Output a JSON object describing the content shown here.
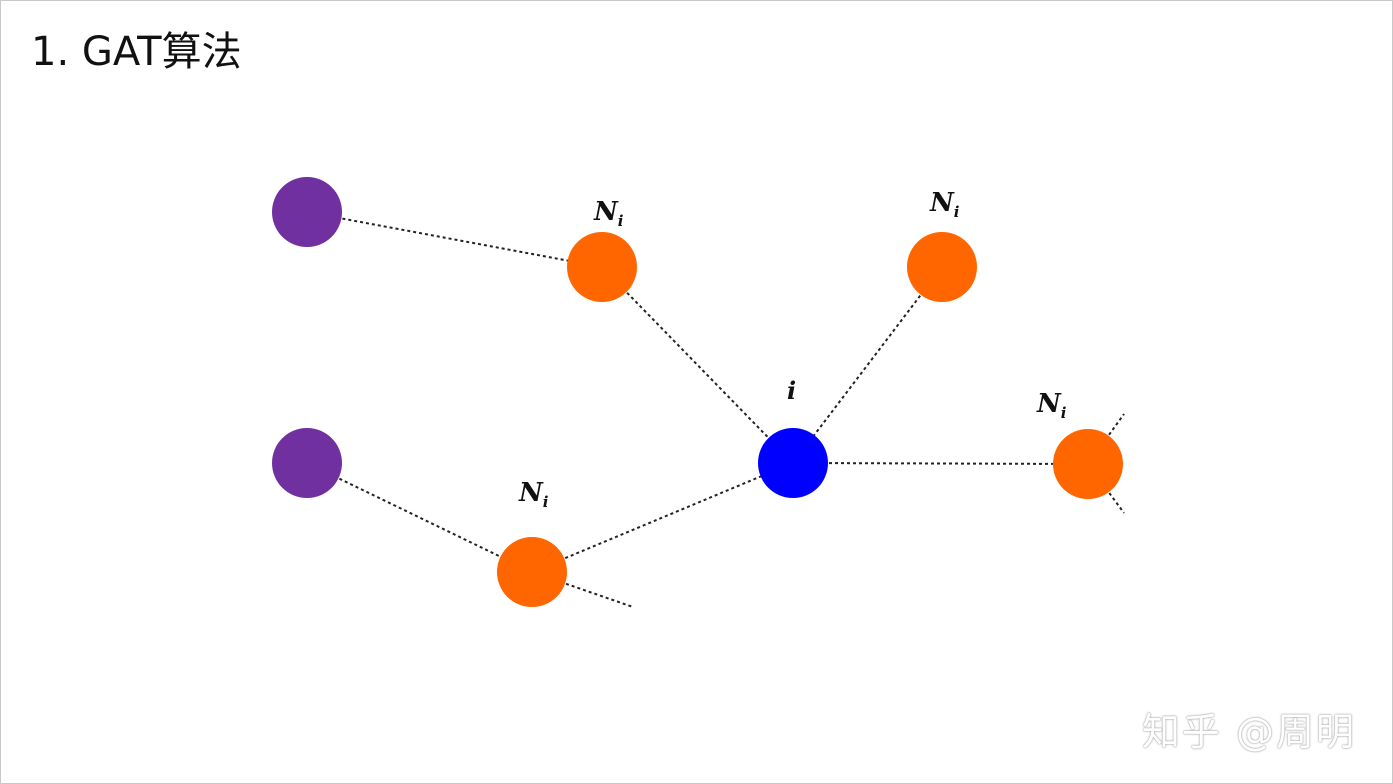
{
  "slide": {
    "title": "1. GAT算法"
  },
  "diagram": {
    "colors": {
      "center": "#0000ff",
      "neighbor": "#ff6600",
      "second_order": "#7030a0",
      "edge": "#222222"
    },
    "center_label": "i",
    "neighbor_label": "N",
    "neighbor_subscript": "i"
  },
  "watermark": {
    "text": "知乎 @周明"
  }
}
